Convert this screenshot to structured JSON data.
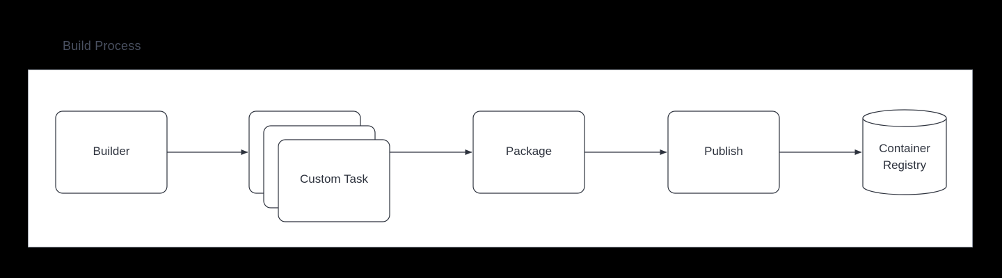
{
  "diagram": {
    "title": "Build Process",
    "title_color": "#4a5161",
    "background_color": "#000000",
    "container_fill": "#ffffff",
    "container_border_color": "#9aa1ad",
    "stroke_color": "#2d323d",
    "text_color": "#2d323d",
    "nodes": [
      {
        "id": "builder",
        "label": "Builder",
        "shape": "rounded-rect"
      },
      {
        "id": "custom",
        "label": "Custom Task",
        "shape": "stacked-rounded-rect"
      },
      {
        "id": "package",
        "label": "Package",
        "shape": "rounded-rect"
      },
      {
        "id": "publish",
        "label": "Publish",
        "shape": "rounded-rect"
      },
      {
        "id": "registry",
        "label": "Container\nRegistry",
        "shape": "cylinder"
      }
    ],
    "edges": [
      {
        "from": "builder",
        "to": "custom",
        "style": "arrow"
      },
      {
        "from": "custom",
        "to": "package",
        "style": "arrow"
      },
      {
        "from": "package",
        "to": "publish",
        "style": "arrow"
      },
      {
        "from": "publish",
        "to": "registry",
        "style": "arrow"
      }
    ]
  }
}
